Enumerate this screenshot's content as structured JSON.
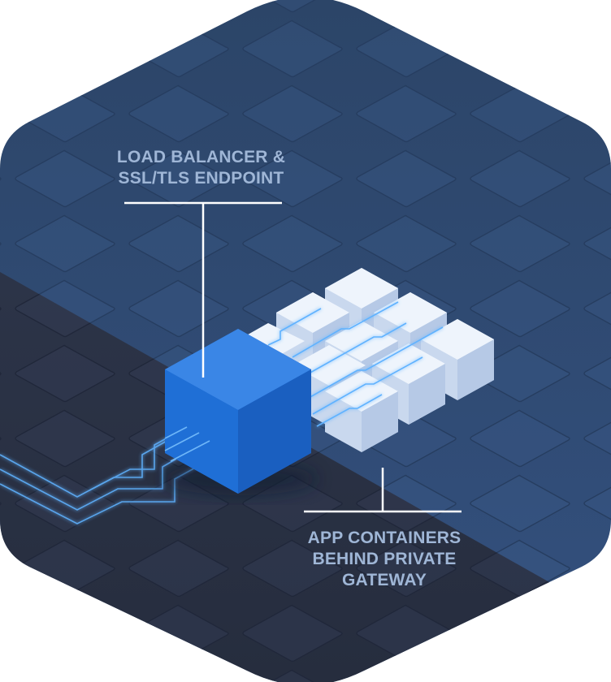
{
  "labels": {
    "load_balancer": {
      "line1": "LOAD BALANCER &",
      "line2": "SSL/TLS ENDPOINT"
    },
    "app_containers": {
      "line1": "APP CONTAINERS",
      "line2": "BEHIND PRIVATE",
      "line3": "GATEWAY"
    }
  },
  "colors": {
    "background_upper": "#2f4a73",
    "background_lower": "#2b3347",
    "load_balancer_cube": "#1f6fd6",
    "containers": "#dfe9f6",
    "connector_lines": "#5fb2ff",
    "callout_lines": "#ffffff",
    "label_text": "#9fb6d6"
  },
  "icons": {
    "load_balancer": "blue-cube-icon",
    "containers": "light-cube-grid-icon",
    "incoming_traffic": "circuit-lines-icon"
  }
}
